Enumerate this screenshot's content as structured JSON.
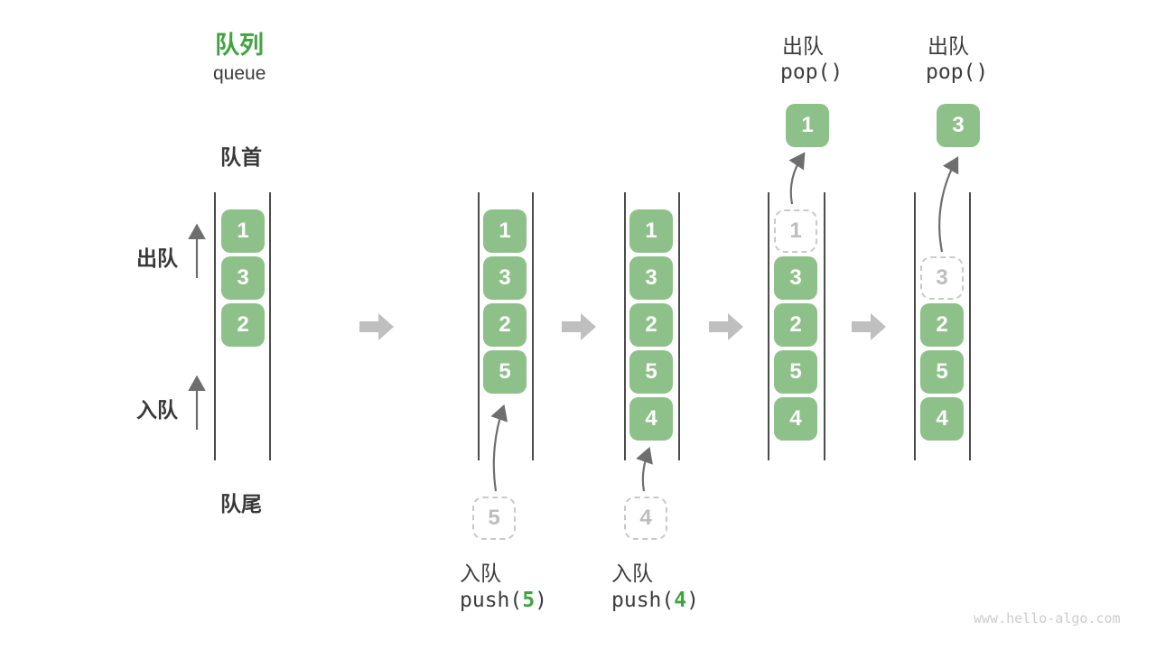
{
  "title": {
    "zh": "队列",
    "en": "queue"
  },
  "legend": {
    "front": "队首",
    "rear": "队尾",
    "dequeue": "出队",
    "enqueue": "入队"
  },
  "watermark": "www.hello-algo.com",
  "columns": [
    {
      "boxes": [
        "1",
        "3",
        "2"
      ]
    },
    {
      "boxes": [
        "1",
        "3",
        "2",
        "5"
      ],
      "pending": "5",
      "op": {
        "label": "入队",
        "fn": "push(",
        "arg": "5",
        "close": ")"
      }
    },
    {
      "boxes": [
        "1",
        "3",
        "2",
        "5",
        "4"
      ],
      "pending": "4",
      "op": {
        "label": "入队",
        "fn": "push(",
        "arg": "4",
        "close": ")"
      }
    },
    {
      "ghost": "1",
      "boxes": [
        "3",
        "2",
        "5",
        "4"
      ],
      "popped": "1",
      "op": {
        "label": "出队",
        "fn": "pop()"
      }
    },
    {
      "ghost": "3",
      "boxes": [
        "2",
        "5",
        "4"
      ],
      "popped": "3",
      "op": {
        "label": "出队",
        "fn": "pop()"
      }
    }
  ],
  "colors": {
    "accent_green": "#3fa43f",
    "box_green": "#8ec189",
    "box_text": "#ffffff",
    "ghost_border": "#c9c9c9",
    "ghost_text": "#bdbdbd",
    "text_dark": "#3c3c3c",
    "step_arrow": "#bfbfbf",
    "pointer_arrow": "#6e6e6e",
    "channel_line": "#4b4b4b",
    "watermark": "#cccccc"
  }
}
